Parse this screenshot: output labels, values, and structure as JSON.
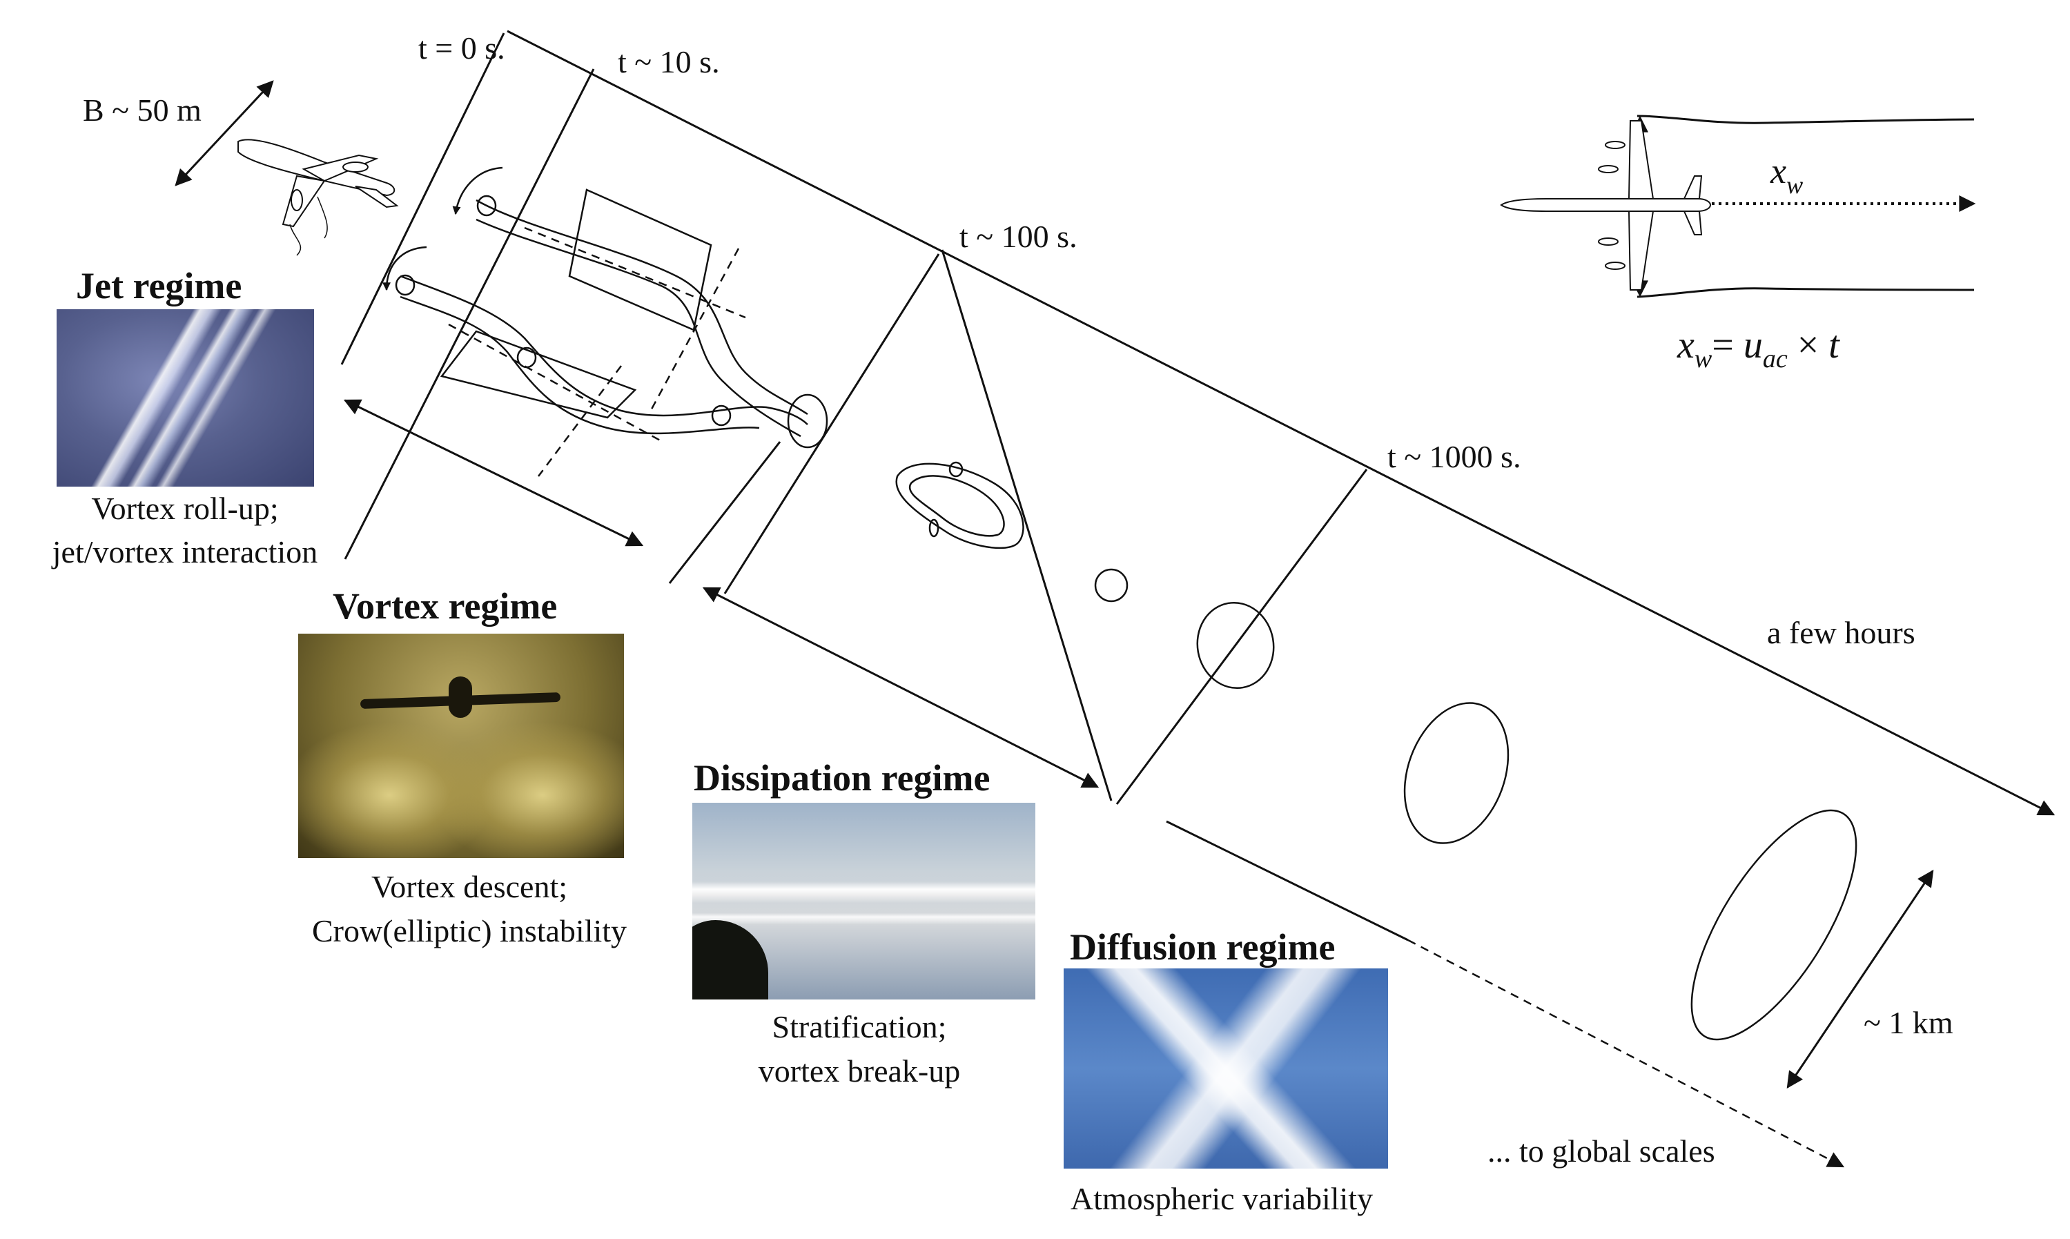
{
  "time_labels": {
    "t0": "t = 0 s.",
    "t10": "t ~ 10 s.",
    "t100": "t ~ 100 s.",
    "t1000": "t ~ 1000 s.",
    "few_hours": "a few hours"
  },
  "span_label": "B ~ 50 m",
  "scale_label": "~ 1 km",
  "global_label": "... to global scales",
  "wake_formula": {
    "xw_symbol": "x",
    "xw_sub": "w",
    "formula_lhs": "x",
    "formula_lhs_sub": "w",
    "equals": "= ",
    "u": "u",
    "u_sub": "ac",
    "times": " × ",
    "t": "t"
  },
  "regimes": [
    {
      "title": "Jet regime",
      "caption_lines": [
        "Vortex roll-up;",
        "jet/vortex interaction"
      ]
    },
    {
      "title": "Vortex regime",
      "caption_lines": [
        "Vortex descent;",
        "Crow(elliptic) instability"
      ]
    },
    {
      "title": "Dissipation regime",
      "caption_lines": [
        "Stratification;",
        "vortex break-up"
      ]
    },
    {
      "title": "Diffusion regime",
      "caption_lines": [
        "Atmospheric variability"
      ]
    }
  ],
  "icons": [
    "aircraft-perspective-icon",
    "aircraft-top-view-icon"
  ]
}
